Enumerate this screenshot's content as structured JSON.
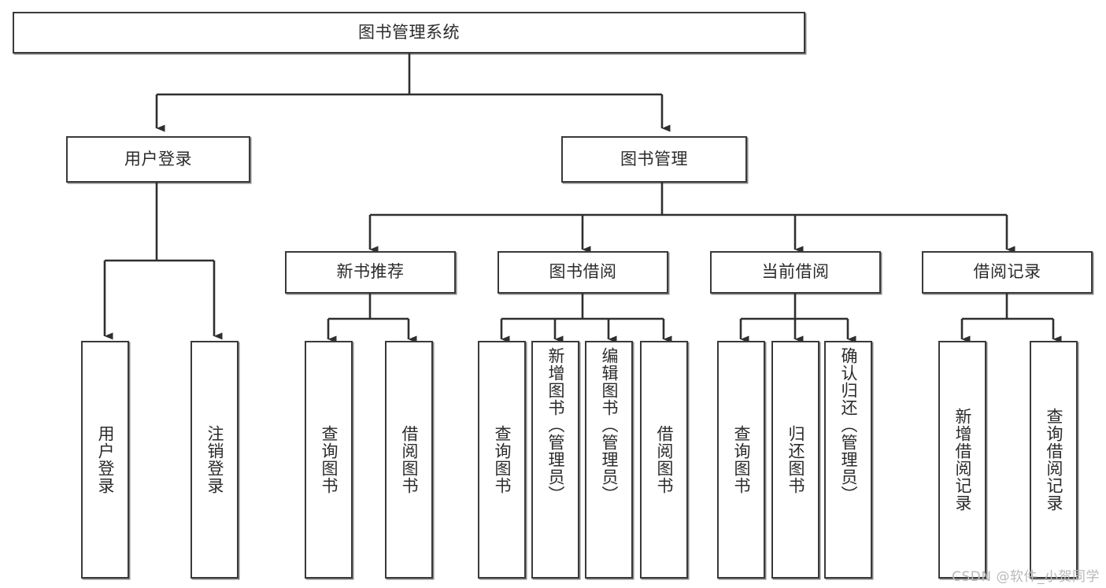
{
  "diagram": {
    "type": "tree-hierarchy",
    "title": "图书管理系统",
    "root": {
      "id": "root",
      "label": "图书管理系统",
      "orientation": "horizontal"
    },
    "level2": [
      {
        "id": "user-login",
        "label": "用户登录",
        "orientation": "horizontal"
      },
      {
        "id": "book-management",
        "label": "图书管理",
        "orientation": "horizontal"
      }
    ],
    "level3": [
      {
        "id": "new-book-recommend",
        "label": "新书推荐",
        "orientation": "horizontal",
        "parent": "book-management"
      },
      {
        "id": "book-borrow",
        "label": "图书借阅",
        "orientation": "horizontal",
        "parent": "book-management"
      },
      {
        "id": "current-borrow",
        "label": "当前借阅",
        "orientation": "horizontal",
        "parent": "book-management"
      },
      {
        "id": "borrow-record",
        "label": "借阅记录",
        "orientation": "horizontal",
        "parent": "book-management"
      }
    ],
    "leaves": [
      {
        "id": "leaf-user-login",
        "label": "用户登录",
        "parent": "user-login",
        "orientation": "vertical"
      },
      {
        "id": "leaf-logout-login",
        "label": "注销登录",
        "parent": "user-login",
        "orientation": "vertical"
      },
      {
        "id": "leaf-query-book-1",
        "label": "查询图书",
        "parent": "new-book-recommend",
        "orientation": "vertical"
      },
      {
        "id": "leaf-borrow-book-1",
        "label": "借阅图书",
        "parent": "new-book-recommend",
        "orientation": "vertical"
      },
      {
        "id": "leaf-query-book-2",
        "label": "查询图书",
        "parent": "book-borrow",
        "orientation": "vertical"
      },
      {
        "id": "leaf-add-book",
        "label": "新增图书（管理员）",
        "parent": "book-borrow",
        "orientation": "vertical"
      },
      {
        "id": "leaf-edit-book",
        "label": "编辑图书（管理员）",
        "parent": "book-borrow",
        "orientation": "vertical"
      },
      {
        "id": "leaf-borrow-book-2",
        "label": "借阅图书",
        "parent": "book-borrow",
        "orientation": "vertical"
      },
      {
        "id": "leaf-query-book-3",
        "label": "查询图书",
        "parent": "current-borrow",
        "orientation": "vertical"
      },
      {
        "id": "leaf-return-book",
        "label": "归还图书",
        "parent": "current-borrow",
        "orientation": "vertical"
      },
      {
        "id": "leaf-confirm-return",
        "label": "确认归还（管理员）",
        "parent": "current-borrow",
        "orientation": "vertical"
      },
      {
        "id": "leaf-add-record",
        "label": "新增借阅记录",
        "parent": "borrow-record",
        "orientation": "vertical"
      },
      {
        "id": "leaf-query-record",
        "label": "查询借阅记录",
        "parent": "borrow-record",
        "orientation": "vertical"
      }
    ],
    "colors": {
      "box_border": "#3a3a3a",
      "box_fill": "#ffffff",
      "text": "#2b2b2b",
      "connector": "#2f2f2f",
      "watermark": "#b9b9b9",
      "background": "#ffffff"
    }
  },
  "watermark": {
    "text": "CSDN @软件_小贺同学"
  }
}
